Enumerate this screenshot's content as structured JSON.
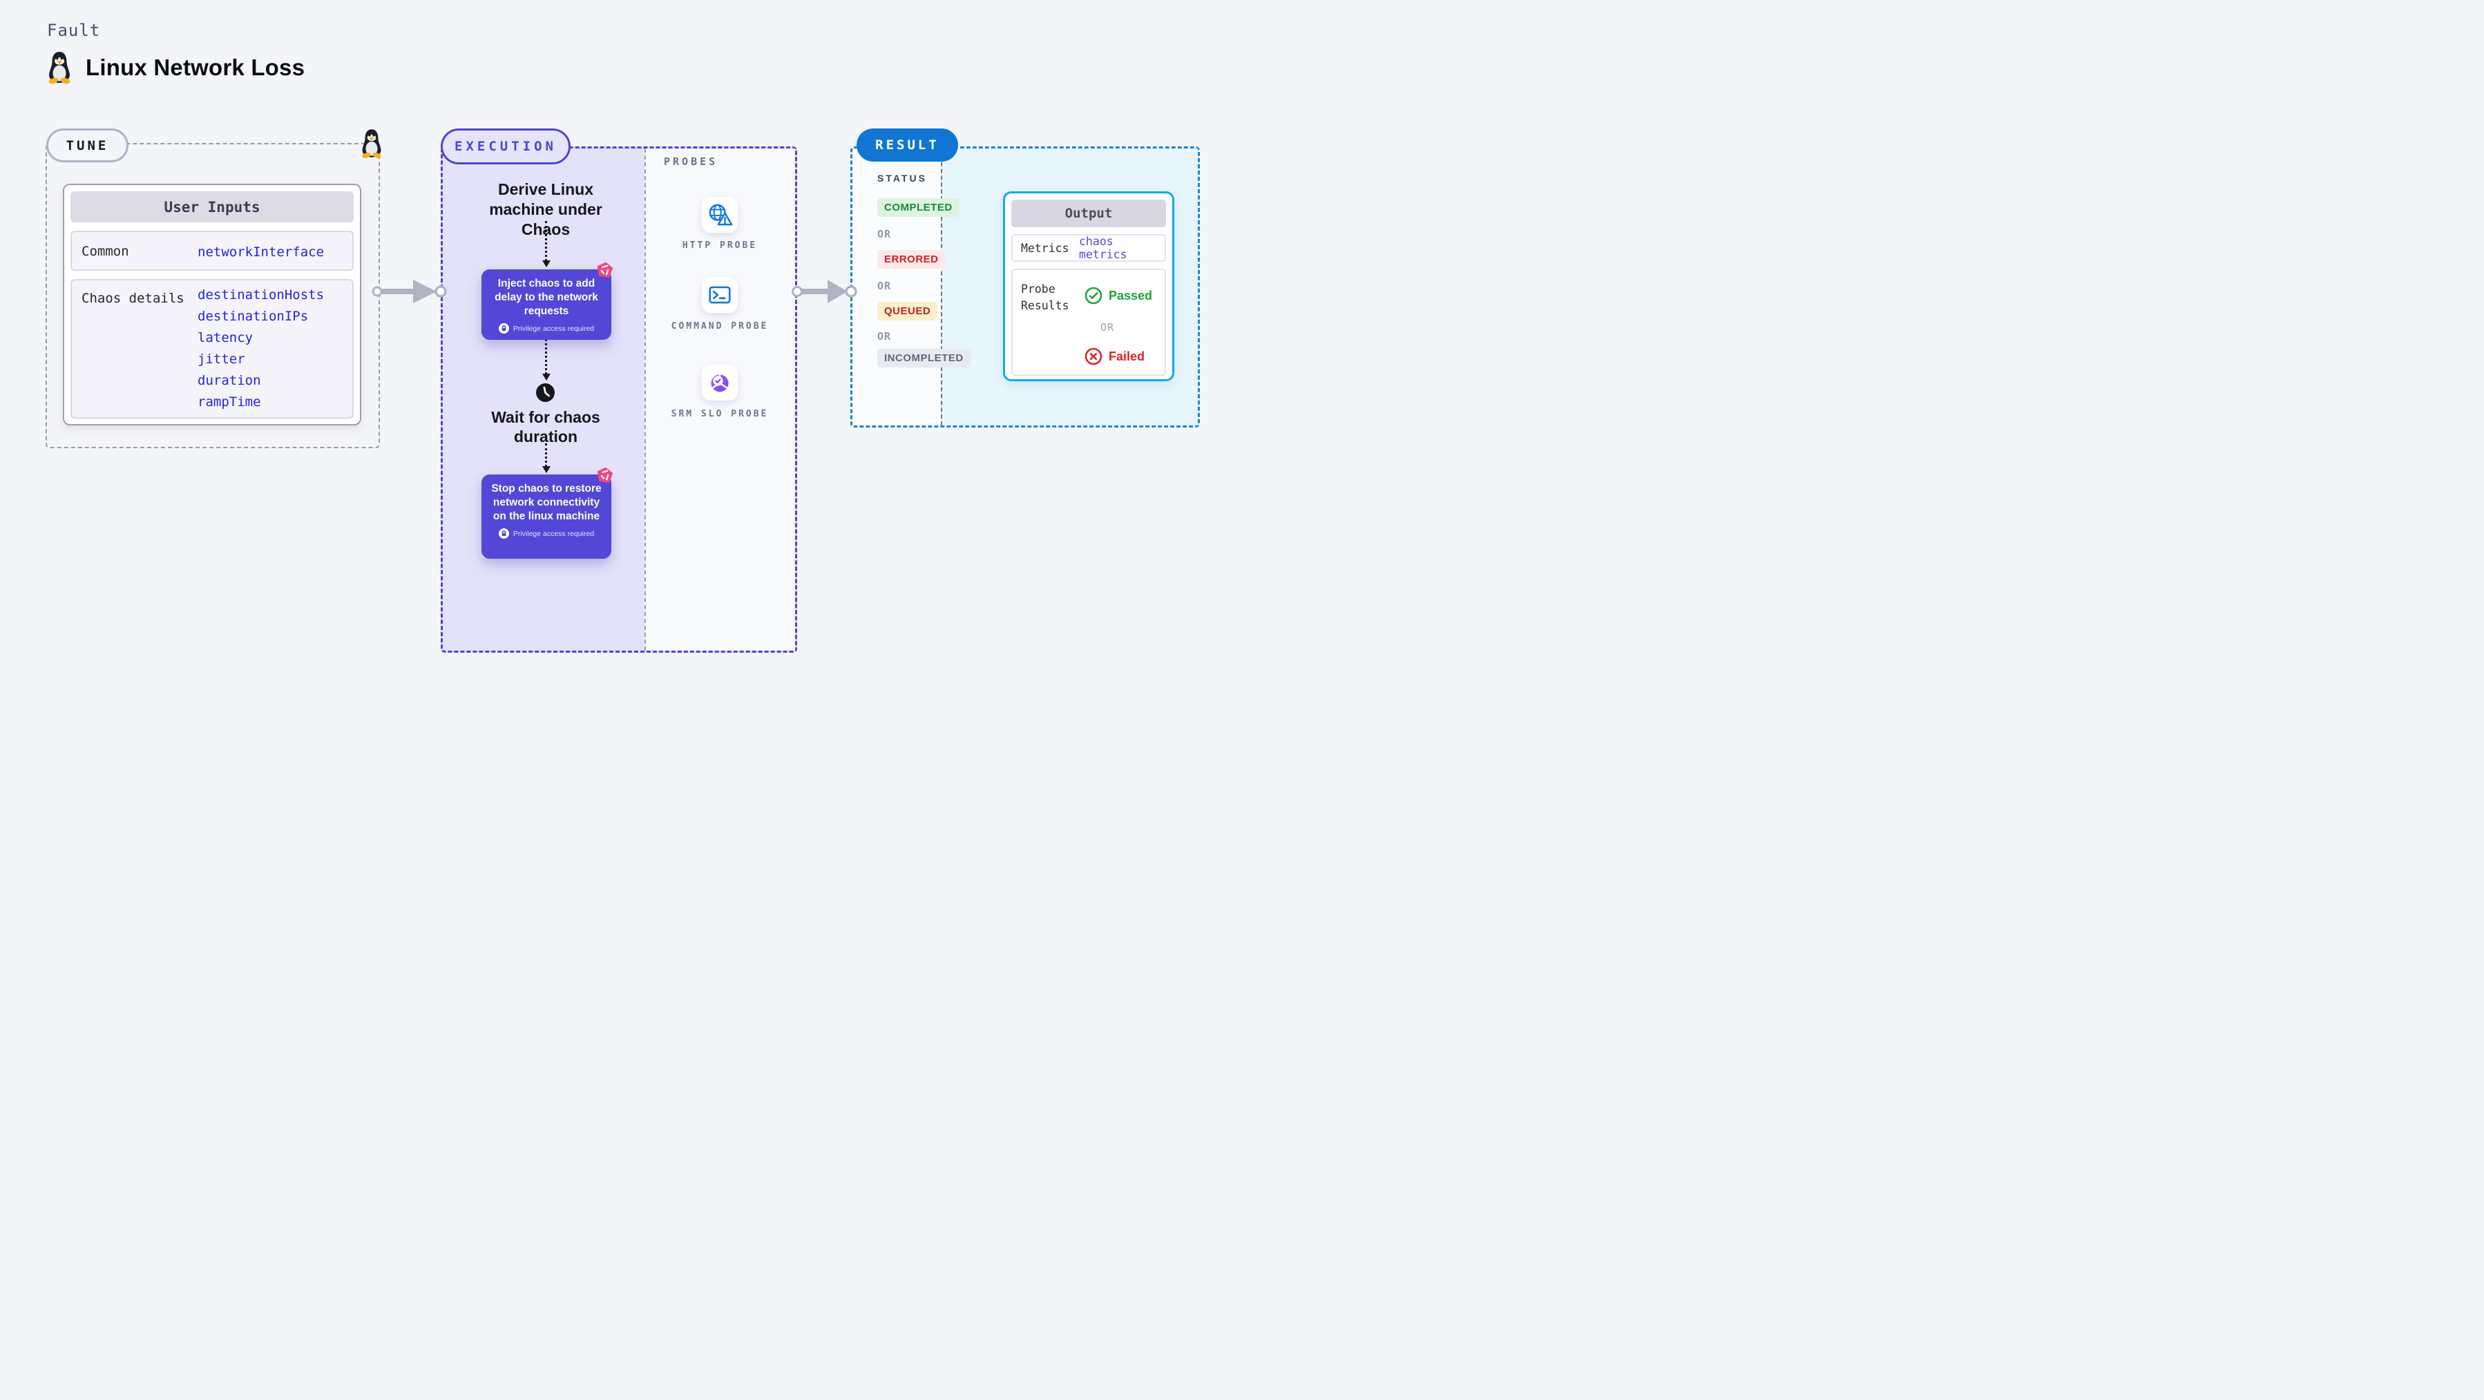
{
  "header": {
    "eyebrow": "Fault",
    "title": "Linux Network Loss"
  },
  "tune": {
    "badge": "TUNE",
    "user_inputs": {
      "header": "User Inputs",
      "common_label": "Common",
      "common_value": "networkInterface",
      "chaos_label": "Chaos details",
      "chaos_values": [
        "destinationHosts",
        "destinationIPs",
        "latency",
        "jitter",
        "duration",
        "rampTime"
      ]
    }
  },
  "execution": {
    "badge": "EXECUTION",
    "derive_text": "Derive Linux machine under Chaos",
    "inject_text": "Inject chaos to add delay to the network requests",
    "privilege_text": "Privilege access required",
    "wait_text": "Wait for chaos duration",
    "stop_text": "Stop chaos to restore network connectivity on the linux machine",
    "probes_label": "PROBES",
    "probes": [
      {
        "label": "HTTP PROBE",
        "icon": "globe-warning-icon"
      },
      {
        "label": "COMMAND PROBE",
        "icon": "terminal-icon"
      },
      {
        "label": "SRM SLO PROBE",
        "icon": "slo-pie-check-icon"
      }
    ]
  },
  "result": {
    "badge": "RESULT",
    "status_label": "STATUS",
    "or": "OR",
    "statuses": [
      {
        "label": "COMPLETED",
        "fg": "#178a37",
        "bg": "#def2e0"
      },
      {
        "label": "ERRORED",
        "fg": "#cb2121",
        "bg": "#fbe9e9"
      },
      {
        "label": "QUEUED",
        "fg": "#c32020",
        "bg": "#faf0c9"
      },
      {
        "label": "INCOMPLETED",
        "fg": "#63667d",
        "bg": "#e9e9f1"
      }
    ],
    "output": {
      "header": "Output",
      "metrics_label": "Metrics",
      "metrics_value": "chaos metrics",
      "probe_results_label": "Probe Results",
      "passed": "Passed",
      "or": "OR",
      "failed": "Failed"
    }
  },
  "colors": {
    "page_bg": "#f4f5f9",
    "execution_bg": "#e4e2f9",
    "execution_border": "#4946cf",
    "node_indigo": "#5247d6",
    "chaos_pink": "#f0487f",
    "result_border": "#1b84d7",
    "result_badge_bg": "#1176d3",
    "result_right_bg": "#e7f5fd",
    "output_border": "#14a9e4",
    "tune_value_blue": "#2424e0",
    "metrics_value_blue": "#5348e0",
    "passed_green": "#1ea33c",
    "failed_red": "#dd2323",
    "probe_icon_blue": "#1479d8",
    "slo_purple": "#7a3bee"
  }
}
